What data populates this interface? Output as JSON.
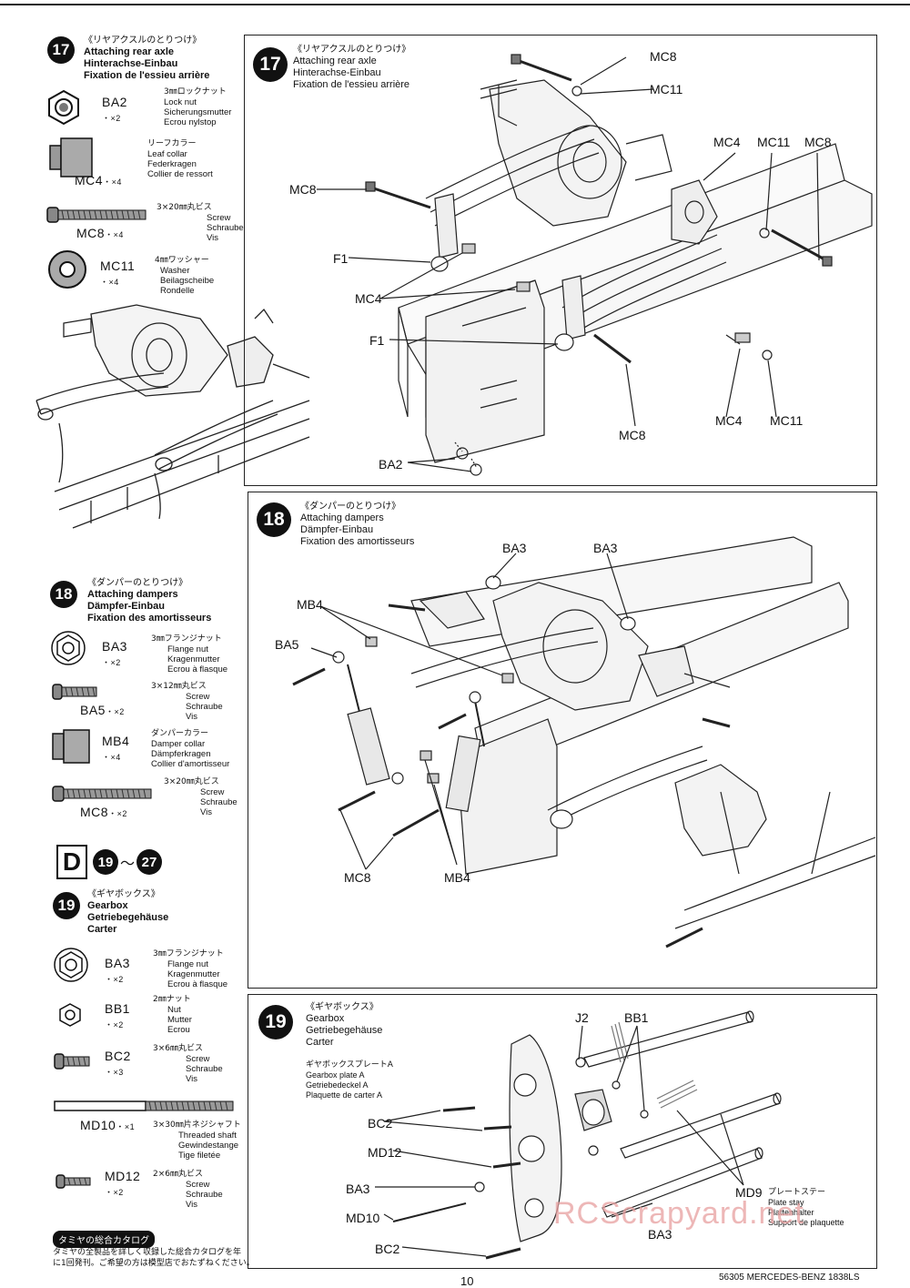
{
  "steps": {
    "s17": {
      "num": "17",
      "jp": "《リヤアクスルのとりつけ》",
      "en": "Attaching rear axle",
      "de": "Hinterachse-Einbau",
      "fr": "Fixation de l'essieu arrière"
    },
    "s18": {
      "num": "18",
      "jp": "《ダンパーのとりつけ》",
      "en": "Attaching dampers",
      "de": "Dämpfer-Einbau",
      "fr": "Fixation des amortisseurs"
    },
    "s19": {
      "num": "19",
      "jp": "《ギヤボックス》",
      "en": "Gearbox",
      "de": "Getriebegehäuse",
      "fr": "Carter"
    }
  },
  "parts17": [
    {
      "code": "BA2",
      "qty": "・×2",
      "jp": "3㎜ロックナット",
      "en": "Lock nut",
      "de": "Sicherungsmutter",
      "fr": "Ecrou nylstop"
    },
    {
      "code": "MC4",
      "qty": "・×4",
      "jp": "リーフカラー",
      "en": "Leaf collar",
      "de": "Federkragen",
      "fr": "Collier de ressort"
    },
    {
      "code": "MC8",
      "qty": "・×4",
      "jp": "3×20㎜丸ビス",
      "en": "Screw",
      "de": "Schraube",
      "fr": "Vis"
    },
    {
      "code": "MC11",
      "qty": "・×4",
      "jp": "4㎜ワッシャー",
      "en": "Washer",
      "de": "Beilagscheibe",
      "fr": "Rondelle"
    }
  ],
  "parts18": [
    {
      "code": "BA3",
      "qty": "・×2",
      "jp": "3㎜フランジナット",
      "en": "Flange nut",
      "de": "Kragenmutter",
      "fr": "Ecrou à flasque"
    },
    {
      "code": "BA5",
      "qty": "・×2",
      "jp": "3×12㎜丸ビス",
      "en": "Screw",
      "de": "Schraube",
      "fr": "Vis"
    },
    {
      "code": "MB4",
      "qty": "・×4",
      "jp": "ダンパーカラー",
      "en": "Damper collar",
      "de": "Dämpferkragen",
      "fr": "Collier d'amortisseur"
    },
    {
      "code": "MC8",
      "qty": "・×2",
      "jp": "3×20㎜丸ビス",
      "en": "Screw",
      "de": "Schraube",
      "fr": "Vis"
    }
  ],
  "section_d": {
    "letter": "D",
    "from": "19",
    "to": "27",
    "sep": "～"
  },
  "parts19": [
    {
      "code": "BA3",
      "qty": "・×2",
      "jp": "3㎜フランジナット",
      "en": "Flange nut",
      "de": "Kragenmutter",
      "fr": "Ecrou à flasque"
    },
    {
      "code": "BB1",
      "qty": "・×2",
      "jp": "2㎜ナット",
      "en": "Nut",
      "de": "Mutter",
      "fr": "Ecrou"
    },
    {
      "code": "BC2",
      "qty": "・×3",
      "jp": "3×6㎜丸ビス",
      "en": "Screw",
      "de": "Schraube",
      "fr": "Vis"
    },
    {
      "code": "MD10",
      "qty": "・×1",
      "jp": "3×30㎜片ネジシャフト",
      "en": "Threaded shaft",
      "de": "Gewindestange",
      "fr": "Tige filetée"
    },
    {
      "code": "MD12",
      "qty": "・×2",
      "jp": "2×6㎜丸ビス",
      "en": "Screw",
      "de": "Schraube",
      "fr": "Vis"
    }
  ],
  "diagram17_labels": [
    "MC8",
    "MC11",
    "MC4",
    "MC11",
    "MC8",
    "MC8",
    "F1",
    "MC4",
    "F1",
    "MC8",
    "MC4",
    "MC11",
    "BA2"
  ],
  "diagram18_labels": [
    "BA3",
    "BA3",
    "MB4",
    "BA5",
    "MC8",
    "MB4"
  ],
  "diagram19_labels": {
    "j2": "J2",
    "bb1": "BB1",
    "bc2": "BC2",
    "md12": "MD12",
    "ba3a": "BA3",
    "md10": "MD10",
    "bc2b": "BC2",
    "ba3b": "BA3",
    "plate_jp": "ギヤボックスプレートA",
    "plate_en": "Gearbox plate A",
    "plate_de": "Getriebedeckel A",
    "plate_fr": "Plaquette de carter A",
    "md9": "MD9",
    "md9_jp": "プレートステー",
    "md9_en": "Plate stay",
    "md9_de": "Plattenhalter",
    "md9_fr": "Support de plaquette"
  },
  "catalog": {
    "badge": "タミヤの総合カタログ",
    "text1": "タミヤの全製品を詳しく収録した総合カタログを年",
    "text2": "に1回発刊。ご希望の方は模型店でおたずねください。"
  },
  "footer": {
    "page": "10",
    "model": "56305 MERCEDES-BENZ 1838LS"
  },
  "watermark": "RCScrapyard.net"
}
